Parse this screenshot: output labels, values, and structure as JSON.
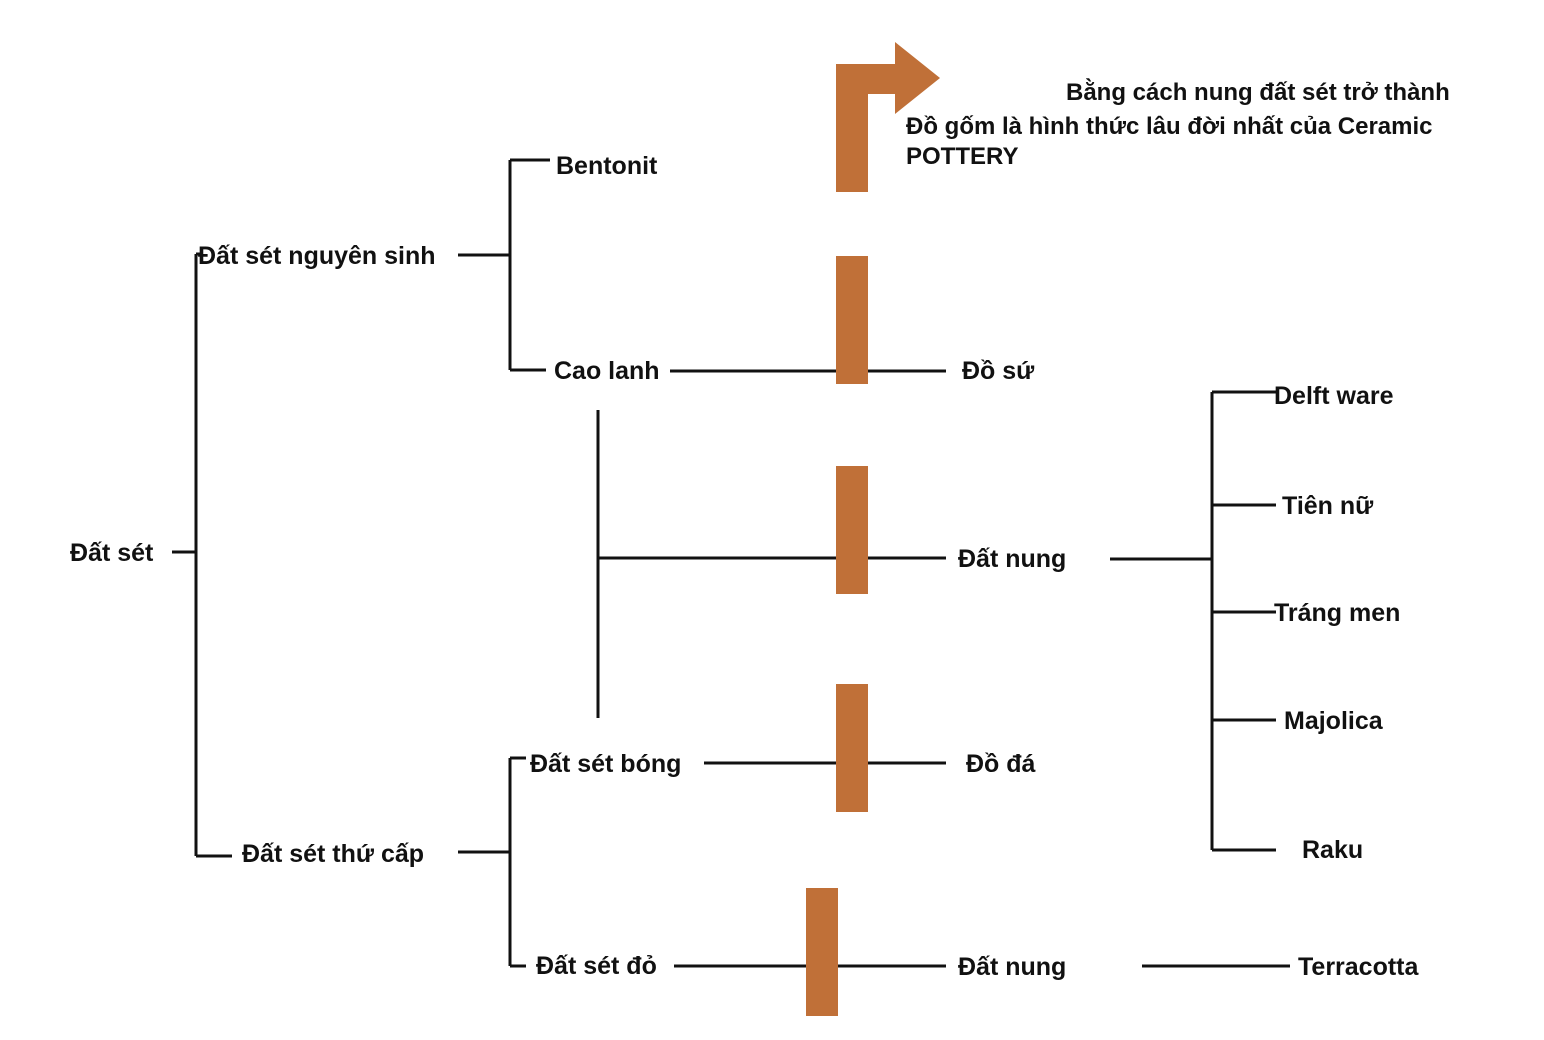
{
  "colors": {
    "line": "#111111",
    "accent": "#c07038",
    "background": "#ffffff"
  },
  "icons": {
    "arrow": "turn-right-arrow-icon"
  },
  "nodes": {
    "root": "Đất sét",
    "primary_clay": "Đất sét nguyên sinh",
    "secondary_clay": "Đất sét thứ cấp",
    "bentonite": "Bentonit",
    "kaolin": "Cao lanh",
    "ball_clay": "Đất sét bóng",
    "red_clay": "Đất sét đỏ",
    "porcelain": "Đồ sứ",
    "earthenware": "Đất nung",
    "stoneware": "Đồ đá",
    "earthenware_2": "Đất nung",
    "delft": "Delft ware",
    "fairy": "Tiên nữ",
    "glazed": "Tráng men",
    "majolica": "Majolica",
    "raku": "Raku",
    "terracotta": "Terracotta"
  },
  "note": {
    "line1": "Bằng cách nung đất sét trở thành",
    "line2": "Đồ gốm là hình thức lâu đời nhất của Ceramic",
    "line3": "POTTERY"
  }
}
